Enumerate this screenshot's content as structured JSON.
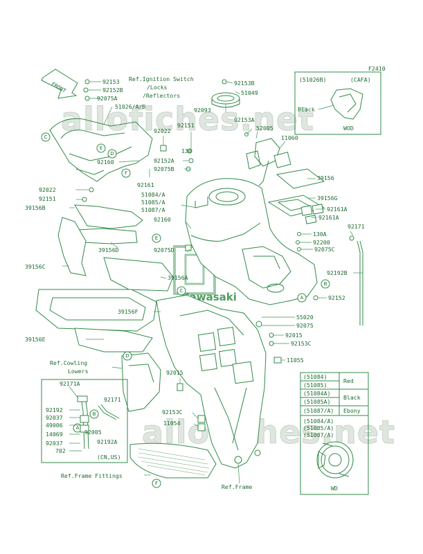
{
  "diagram_code": "F2410",
  "watermark_text": "allofiches.net",
  "brand_logo": "Kawasaki",
  "front_arrow": "FRONT",
  "labels": {
    "l92153": "92153",
    "l92152B": "92152B",
    "l92075A": "92075A",
    "l51026AB": "51026/A/B",
    "refIgn1": "Ref.Ignition Switch",
    "refIgn2": "/Locks",
    "refIgn3": "/Reflectors",
    "l92153B": "92153B",
    "l51049": "51049",
    "l92093": "92093",
    "l92153A": "92153A",
    "l52005": "52005",
    "l11060": "11060",
    "l92022a": "92022",
    "l92151a": "92151",
    "l130": "130",
    "l92152A": "92152A",
    "l92075B": "92075B",
    "l92160a": "92160",
    "l92161": "92161",
    "l92022b": "92022",
    "l92151b": "92151",
    "l39156B": "39156B",
    "l51084A": "51084/A",
    "l51085A": "51085/A",
    "l51087A": "51087/A",
    "l92160b": "92160",
    "l39156": "39156",
    "l39156G": "39156G",
    "l92161Ab": "92161A",
    "l92161Ac": "92161A",
    "l39156D": "39156D",
    "l130A": "130A",
    "l92200": "92200",
    "l92171": "92171",
    "l92075C": "92075C",
    "l92075D": "92075D",
    "l39156C": "39156C",
    "l39156A": "39156A",
    "l92192B": "92192B",
    "l92152": "92152",
    "l39156F": "39156F",
    "l55020": "55020",
    "l92075": "92075",
    "l92015a": "92015",
    "l92153C": "92153C",
    "l39156E": "39156E",
    "l11055": "11055",
    "refCowl1": "Ref.Cowling",
    "refCowl2": "Lowers",
    "l92015b": "92015",
    "l92171A": "92171A",
    "l92171b": "92171",
    "l92192": "92192",
    "l92037a": "92037",
    "l49006": "49006",
    "l92005": "92005",
    "l14069": "14069",
    "l92037b": "92037",
    "l92192A": "92192A",
    "l702": "702",
    "cnus": "(CN,US)",
    "l92153Cb": "92153C",
    "l11054": "11054",
    "refFrameFit": "Ref.Frame Fittings",
    "refFrame": "Ref.Frame"
  },
  "callouts": {
    "C1": "C",
    "E1": "E",
    "D1": "D",
    "F1": "F",
    "E2": "E",
    "C2": "C",
    "A1": "A",
    "B1": "B",
    "B2": "B",
    "A2": "A",
    "D2": "D",
    "F2": "F"
  },
  "inset_cafa": {
    "part": "(51026B)",
    "region": "(CAFA)",
    "color_label": "Black",
    "model": "WOD"
  },
  "color_table": {
    "rows": [
      {
        "parts": [
          "(51084)",
          "(51085)"
        ],
        "color": "Red"
      },
      {
        "parts": [
          "(51084A)",
          "(51085A)"
        ],
        "color": "Black"
      },
      {
        "parts": [
          "(51087/A)"
        ],
        "color": "Ebony"
      }
    ]
  },
  "inset_wd": {
    "parts": [
      "(51084/A)",
      "(51085/A)",
      "(51087/A)"
    ],
    "model": "WD"
  }
}
